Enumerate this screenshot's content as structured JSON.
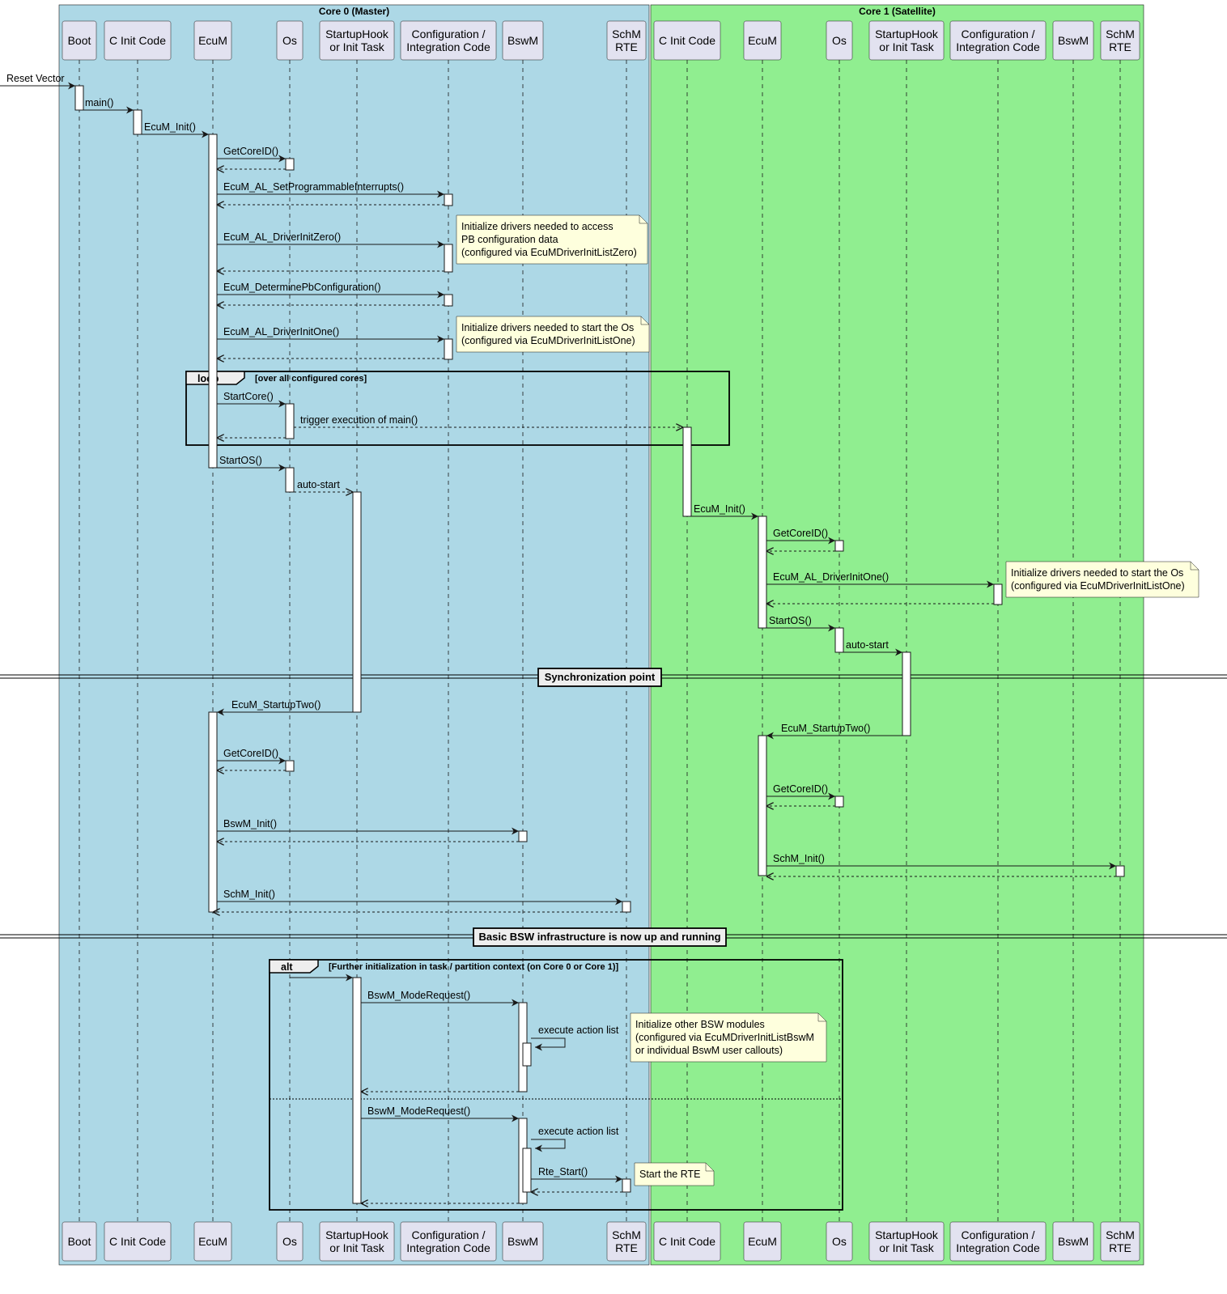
{
  "boxes": [
    {
      "title": "Core 0 (Master)",
      "color": "#ADD8E6"
    },
    {
      "title": "Core 1 (Satellite)",
      "color": "#90EE90"
    }
  ],
  "participant_style": {
    "fill": "#E2E2F0",
    "border": "#181818"
  },
  "participants": [
    {
      "id": "boot",
      "lines": [
        "Boot"
      ]
    },
    {
      "id": "cinit0",
      "lines": [
        "C Init Code"
      ]
    },
    {
      "id": "ecum0",
      "lines": [
        "EcuM"
      ]
    },
    {
      "id": "os0",
      "lines": [
        "Os"
      ]
    },
    {
      "id": "sh0",
      "lines": [
        "StartupHook",
        "or Init Task"
      ]
    },
    {
      "id": "cfg0",
      "lines": [
        "Configuration /",
        "Integration Code"
      ]
    },
    {
      "id": "bswm0",
      "lines": [
        "BswM"
      ]
    },
    {
      "id": "schm0",
      "lines": [
        "SchM",
        "RTE"
      ]
    },
    {
      "id": "cinit1",
      "lines": [
        "C Init Code"
      ]
    },
    {
      "id": "ecum1",
      "lines": [
        "EcuM"
      ]
    },
    {
      "id": "os1",
      "lines": [
        "Os"
      ]
    },
    {
      "id": "sh1",
      "lines": [
        "StartupHook",
        "or Init Task"
      ]
    },
    {
      "id": "cfg1",
      "lines": [
        "Configuration /",
        "Integration Code"
      ]
    },
    {
      "id": "bswm1",
      "lines": [
        "BswM"
      ]
    },
    {
      "id": "schm1",
      "lines": [
        "SchM",
        "RTE"
      ]
    }
  ],
  "messages": [
    {
      "from": null,
      "to": "boot",
      "label": "Reset Vector",
      "style": "solid"
    },
    {
      "from": "boot",
      "to": "cinit0",
      "label": "main()",
      "style": "solid"
    },
    {
      "from": "cinit0",
      "to": "ecum0",
      "label": "EcuM_Init()",
      "style": "solid"
    },
    {
      "from": "ecum0",
      "to": "os0",
      "label": "GetCoreID()",
      "style": "solid"
    },
    {
      "from": "os0",
      "to": "ecum0",
      "label": "",
      "style": "dashed"
    },
    {
      "from": "ecum0",
      "to": "cfg0",
      "label": "EcuM_AL_SetProgrammableInterrupts()",
      "style": "solid"
    },
    {
      "from": "cfg0",
      "to": "ecum0",
      "label": "",
      "style": "dashed"
    },
    {
      "from": "ecum0",
      "to": "cfg0",
      "label": "EcuM_AL_DriverInitZero()",
      "style": "solid"
    },
    {
      "from": "cfg0",
      "to": "ecum0",
      "label": "",
      "style": "dashed"
    },
    {
      "from": "ecum0",
      "to": "cfg0",
      "label": "EcuM_DeterminePbConfiguration()",
      "style": "solid"
    },
    {
      "from": "cfg0",
      "to": "ecum0",
      "label": "",
      "style": "dashed"
    },
    {
      "from": "ecum0",
      "to": "cfg0",
      "label": "EcuM_AL_DriverInitOne()",
      "style": "solid"
    },
    {
      "from": "cfg0",
      "to": "ecum0",
      "label": "",
      "style": "dashed"
    },
    {
      "from": "ecum0",
      "to": "os0",
      "label": "StartCore()",
      "style": "solid"
    },
    {
      "from": "os0",
      "to": "cinit1",
      "label": "trigger execution of main()",
      "style": "dashed"
    },
    {
      "from": "os0",
      "to": "ecum0",
      "label": "",
      "style": "dashed"
    },
    {
      "from": "ecum0",
      "to": "os0",
      "label": "StartOS()",
      "style": "solid"
    },
    {
      "from": "os0",
      "to": "sh0",
      "label": "auto-start",
      "style": "dashed"
    },
    {
      "from": "cinit1",
      "to": "ecum1",
      "label": "EcuM_Init()",
      "style": "solid"
    },
    {
      "from": "ecum1",
      "to": "os1",
      "label": "GetCoreID()",
      "style": "solid"
    },
    {
      "from": "os1",
      "to": "ecum1",
      "label": "",
      "style": "dashed"
    },
    {
      "from": "ecum1",
      "to": "cfg1",
      "label": "EcuM_AL_DriverInitOne()",
      "style": "solid"
    },
    {
      "from": "cfg1",
      "to": "ecum1",
      "label": "",
      "style": "dashed"
    },
    {
      "from": "ecum1",
      "to": "os1",
      "label": "StartOS()",
      "style": "solid"
    },
    {
      "from": "os1",
      "to": "sh1",
      "label": "auto-start",
      "style": "solid"
    },
    {
      "from": "sh0",
      "to": "ecum0",
      "label": "EcuM_StartupTwo()",
      "style": "solid"
    },
    {
      "from": "sh1",
      "to": "ecum1",
      "label": "EcuM_StartupTwo()",
      "style": "solid"
    },
    {
      "from": "ecum0",
      "to": "os0",
      "label": "GetCoreID()",
      "style": "solid"
    },
    {
      "from": "os0",
      "to": "ecum0",
      "label": "",
      "style": "dashed"
    },
    {
      "from": "ecum1",
      "to": "os1",
      "label": "GetCoreID()",
      "style": "solid"
    },
    {
      "from": "os1",
      "to": "ecum1",
      "label": "",
      "style": "dashed"
    },
    {
      "from": "ecum0",
      "to": "bswm0",
      "label": "BswM_Init()",
      "style": "solid"
    },
    {
      "from": "bswm0",
      "to": "ecum0",
      "label": "",
      "style": "dashed"
    },
    {
      "from": "ecum1",
      "to": "schm1",
      "label": "SchM_Init()",
      "style": "solid"
    },
    {
      "from": "schm1",
      "to": "ecum1",
      "label": "",
      "style": "dashed"
    },
    {
      "from": "ecum0",
      "to": "schm0",
      "label": "SchM_Init()",
      "style": "solid"
    },
    {
      "from": "schm0",
      "to": "ecum0",
      "label": "",
      "style": "dashed"
    },
    {
      "from": "os0",
      "to": "sh0",
      "label": "",
      "style": "solid"
    },
    {
      "from": "sh0",
      "to": "bswm0",
      "label": "BswM_ModeRequest()",
      "style": "solid"
    },
    {
      "from": "bswm0",
      "to": "bswm0",
      "label": "execute action list",
      "style": "solid"
    },
    {
      "from": "bswm0",
      "to": "sh0",
      "label": "",
      "style": "dashed"
    },
    {
      "from": "sh0",
      "to": "bswm0",
      "label": "BswM_ModeRequest()",
      "style": "solid"
    },
    {
      "from": "bswm0",
      "to": "bswm0",
      "label": "execute action list",
      "style": "solid"
    },
    {
      "from": "bswm0",
      "to": "schm0",
      "label": "Rte_Start()",
      "style": "solid"
    },
    {
      "from": "schm0",
      "to": "bswm0",
      "label": "",
      "style": "dashed"
    },
    {
      "from": "bswm0",
      "to": "sh0",
      "label": "",
      "style": "dashed"
    }
  ],
  "notes": [
    {
      "lines": [
        "Initialize drivers needed to access",
        "PB configuration data",
        "(configured via EcuMDriverInitListZero)"
      ]
    },
    {
      "lines": [
        "Initialize drivers needed to start the Os",
        "(configured via EcuMDriverInitListOne)"
      ]
    },
    {
      "lines": [
        "Initialize drivers needed to start the Os",
        "(configured via EcuMDriverInitListOne)"
      ]
    },
    {
      "lines": [
        "Initialize other BSW modules",
        "(configured via EcuMDriverInitListBswM",
        "or individual BswM user callouts)"
      ]
    },
    {
      "lines": [
        "Start the RTE"
      ]
    }
  ],
  "note_color": "#FEFFDD",
  "frames": [
    {
      "keyword": "loop",
      "condition": "[over all configured cores]"
    },
    {
      "keyword": "alt",
      "condition": "[Further initialization in task / partition context (on Core 0 or Core 1)]"
    }
  ],
  "dividers": [
    {
      "label": "Synchronization point"
    },
    {
      "label": "Basic BSW infrastructure is now up and running"
    }
  ]
}
